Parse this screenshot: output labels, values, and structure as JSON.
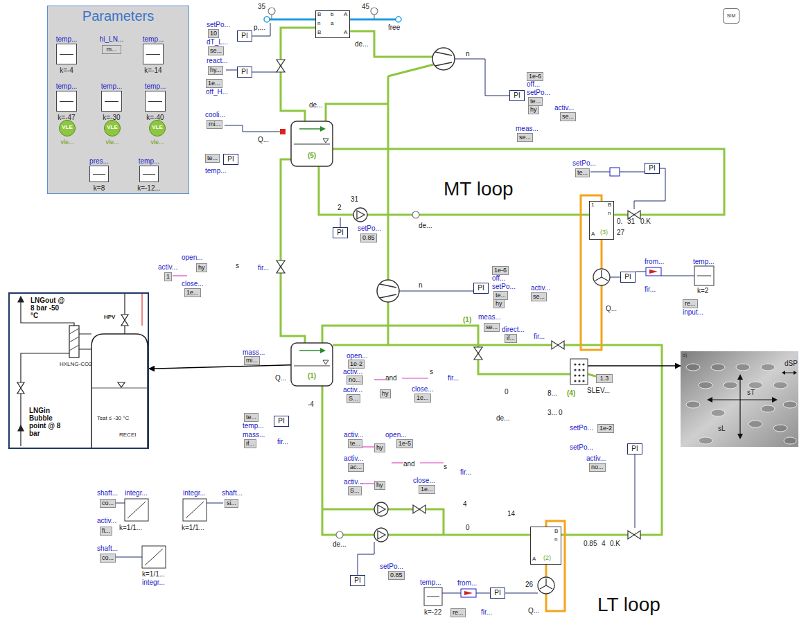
{
  "diagram": {
    "nodes": [
      {
        "text": [
          "Parameters"
        ]
      },
      {
        "text": [
          "temp...",
          "k=-4"
        ],
        "in": 0
      },
      {
        "text": [
          "hi_LN...",
          "m..."
        ],
        "in": 0
      },
      {
        "text": [
          "temp...",
          "k=-14"
        ],
        "in": 0
      },
      {
        "text": [
          "temp...",
          "k=-47"
        ],
        "in": 0
      },
      {
        "text": [
          "temp...",
          "k=-30"
        ],
        "in": 0
      },
      {
        "text": [
          "temp...",
          "k=-40"
        ],
        "in": 0
      },
      {
        "text": [
          "VLE",
          "vle..."
        ],
        "in": 0
      },
      {
        "text": [
          "VLE",
          "vle..."
        ],
        "in": 0
      },
      {
        "text": [
          "VLE",
          "vle..."
        ],
        "in": 0
      },
      {
        "text": [
          "pres...",
          "k=8"
        ],
        "in": 0
      },
      {
        "text": [
          "temp...",
          "k=-12..."
        ],
        "in": 0
      },
      {
        "text": [
          "SIM"
        ]
      },
      {
        "text": [
          "B",
          "b",
          "A",
          "n",
          "a",
          "B",
          "A"
        ]
      },
      {
        "text": [
          "PI"
        ]
      },
      {
        "text": [
          "(5)"
        ]
      },
      {
        "text": [
          "PI"
        ]
      },
      {
        "text": [
          "(1)"
        ]
      },
      {
        "text": [
          "1",
          "B",
          "n",
          "A",
          "(3)"
        ]
      },
      {
        "text": [
          "B",
          "n",
          "A",
          "(2)"
        ]
      },
      {
        "text": [
          "SLEV..."
        ]
      },
      {
        "text": [
          "1.3"
        ]
      },
      {
        "text": [
          "LNGout @ 8 bar -50 °C",
          "HXLNG-CO2",
          "HPV",
          "LNGin Bubble point @ 8 bar",
          "Tsat ≤ -30 °C",
          "RECEI"
        ]
      },
      {
        "text": [
          "d)",
          "dSP",
          "sT",
          "sL"
        ]
      },
      {
        "text": [
          "PI"
        ]
      },
      {
        "text": [
          "PI"
        ]
      },
      {
        "text": [
          "PI"
        ]
      },
      {
        "text": [
          "PI"
        ]
      },
      {
        "text": [
          "PI"
        ]
      },
      {
        "text": [
          "PI"
        ]
      },
      {
        "text": [
          "PI"
        ]
      },
      {
        "text": [
          "PI"
        ]
      },
      {
        "text": [
          "PI"
        ]
      },
      {
        "text": [
          "PI"
        ]
      }
    ],
    "edges": [
      {
        "from": 13,
        "to": 15,
        "arrow": "none"
      },
      {
        "from": 15,
        "to": 17,
        "arrow": "none"
      },
      {
        "from": 15,
        "to": 18,
        "arrow": "none"
      },
      {
        "from": 18,
        "to": 15,
        "arrow": "none"
      },
      {
        "from": 17,
        "to": 19,
        "arrow": "none"
      },
      {
        "from": 19,
        "to": 17,
        "arrow": "none"
      },
      {
        "from": 17,
        "to": 20,
        "arrow": "none"
      },
      {
        "from": 21,
        "to": 20,
        "arrow": "none"
      },
      {
        "from": 17,
        "to": 22,
        "arrow": "to"
      },
      {
        "from": 20,
        "to": 23,
        "arrow": "to"
      }
    ],
    "labels": [
      "35",
      "45",
      "free",
      "p,...",
      "setPo...",
      "10",
      "dT_L...",
      "se...",
      "de...",
      "react...",
      "hy...",
      "1e...",
      "off_H...",
      "de...",
      "cooli...",
      "mi...",
      "Q...",
      "te...",
      "temp...",
      "n",
      "1e-6",
      "off...",
      "setPo...",
      "te...",
      "hy",
      "activ...",
      "se...",
      "meas...",
      "se...",
      "MT loop",
      "setPo...",
      "te...",
      "0.",
      "31",
      "0.K",
      "27",
      "from...",
      "temp...",
      "k=2",
      "fir...",
      "re...",
      "input...",
      "Q...",
      "31",
      "2",
      "setPo...",
      "0.85",
      "de...",
      "open...",
      "activ...",
      "hy",
      "1",
      "s",
      "fir...",
      "close...",
      "1e...",
      "1e-6",
      "off...",
      "setPo...",
      "te...",
      "hy",
      "activ...",
      "se...",
      "meas...",
      "se...",
      "n",
      "mass...",
      "mi...",
      "Q...",
      "te...",
      "temp...",
      "mass...",
      "if...",
      "fir...",
      "-4",
      "open...",
      "1e-2",
      "activ...",
      "no...",
      "and",
      "s",
      "fir...",
      "activ...",
      "S...",
      "hy",
      "close...",
      "1e...",
      "(1)",
      "direct...",
      "if...",
      "fir...",
      "0",
      "8...",
      "3...",
      "0",
      "(4)",
      "de...",
      "open...",
      "1e-5",
      "activ...",
      "te...",
      "hy",
      "activ...",
      "ac...",
      "and",
      "activ...",
      "S...",
      "hy",
      "close...",
      "1e...",
      "s",
      "fir...",
      "4",
      "14",
      "0",
      "de...",
      "setPo...",
      "0.85",
      "0.85",
      "4",
      "0.K",
      "setPo...",
      "1e-2",
      "setPo...",
      "activ...",
      "no...",
      "26",
      "temp...",
      "from...",
      "k=-22",
      "re...",
      "fir...",
      "Q...",
      "LT loop",
      "shaft...",
      "co...",
      "integr...",
      "integr...",
      "shaft...",
      "si...",
      "k=1/1...",
      "k=1/1...",
      "activ...",
      "fi...",
      "shaft...",
      "co...",
      "k=1/1...",
      "integr..."
    ]
  }
}
